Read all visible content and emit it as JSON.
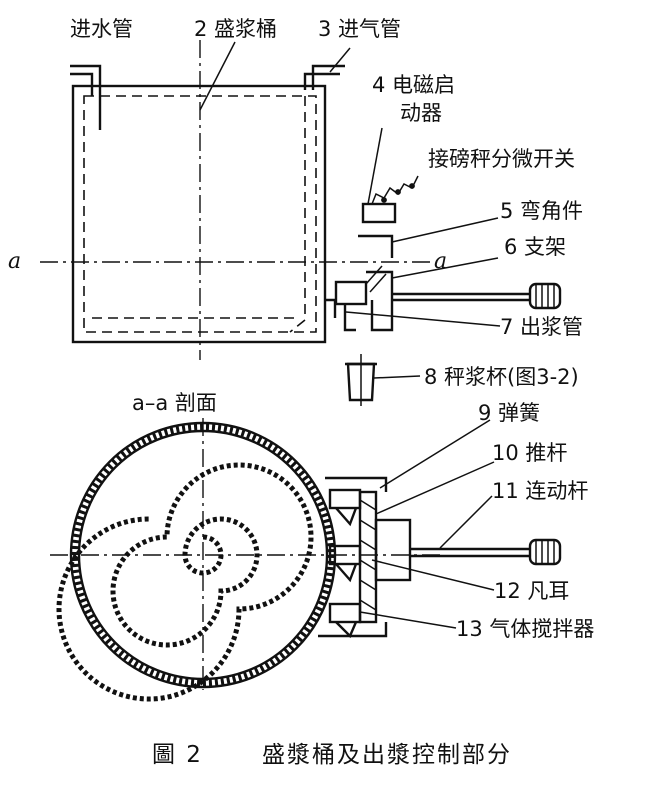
{
  "labels": {
    "inlet_water_pipe": "进水管",
    "slurry_bucket": "2 盛浆桶",
    "gas_inlet_pipe": "3 进气管",
    "solenoid_line1": "4 电磁启",
    "solenoid_line2": "动器",
    "micro_switch": "接磅秤分微开关",
    "elbow_piece": "5 弯角件",
    "bracket": "6 支架",
    "outlet_pipe": "7 出浆管",
    "weigh_cup": "8 秤浆杯(图3-2)",
    "section_title": "a–a 剖面",
    "spring": "9 弹簧",
    "push_rod": "10 推杆",
    "linkage_rod": "11 连动杆",
    "lug": "12 凡耳",
    "gas_agitator": "13 气体搅拌器",
    "section_mark_left": "a",
    "section_mark_right": "a"
  },
  "caption": {
    "figure_no": "圖 2",
    "title": "盛漿桶及出漿控制部分"
  },
  "colors": {
    "ink": "#111111",
    "paper": "#ffffff"
  }
}
